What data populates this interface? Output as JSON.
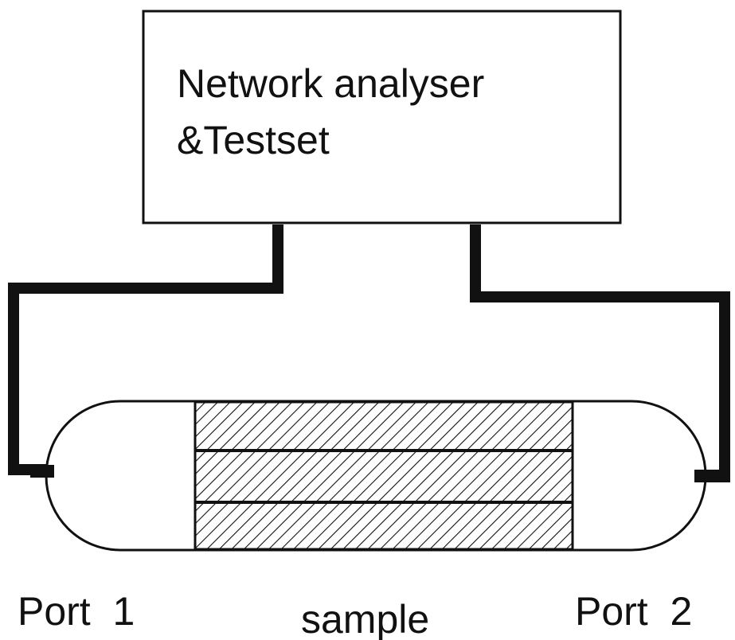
{
  "analyser": {
    "line1": "Network analyser",
    "line2": "&Testset"
  },
  "labels": {
    "port1": "Port  1",
    "sample": "sample",
    "port2": "Port  2"
  }
}
